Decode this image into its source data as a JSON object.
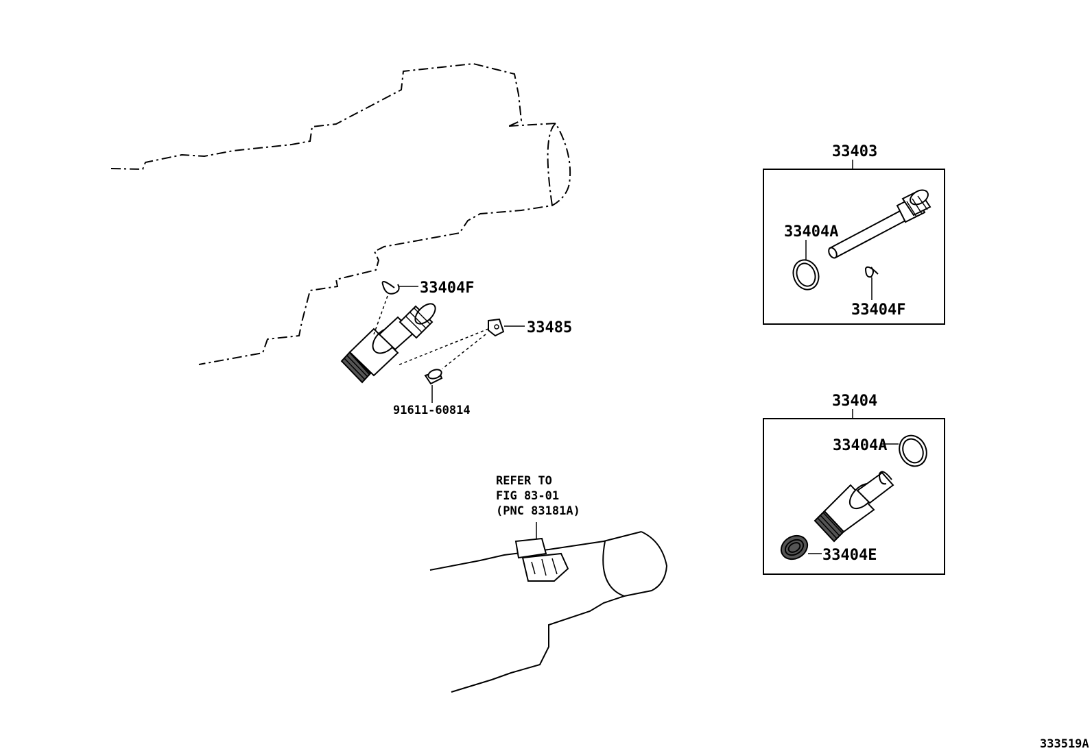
{
  "labels": {
    "p33404F_main": "33404F",
    "p33485": "33485",
    "p91611": "91611-60814",
    "refer_line1": "REFER TO",
    "refer_line2": "FIG 83-01",
    "refer_line3": "(PNC 83181A)",
    "kit_33403": "33403",
    "kit_33403_ring": "33404A",
    "kit_33403_clip": "33404F",
    "kit_33404": "33404",
    "kit_33404_ring": "33404A",
    "kit_33404_spring": "33404E",
    "illustration_no": "333519A"
  }
}
